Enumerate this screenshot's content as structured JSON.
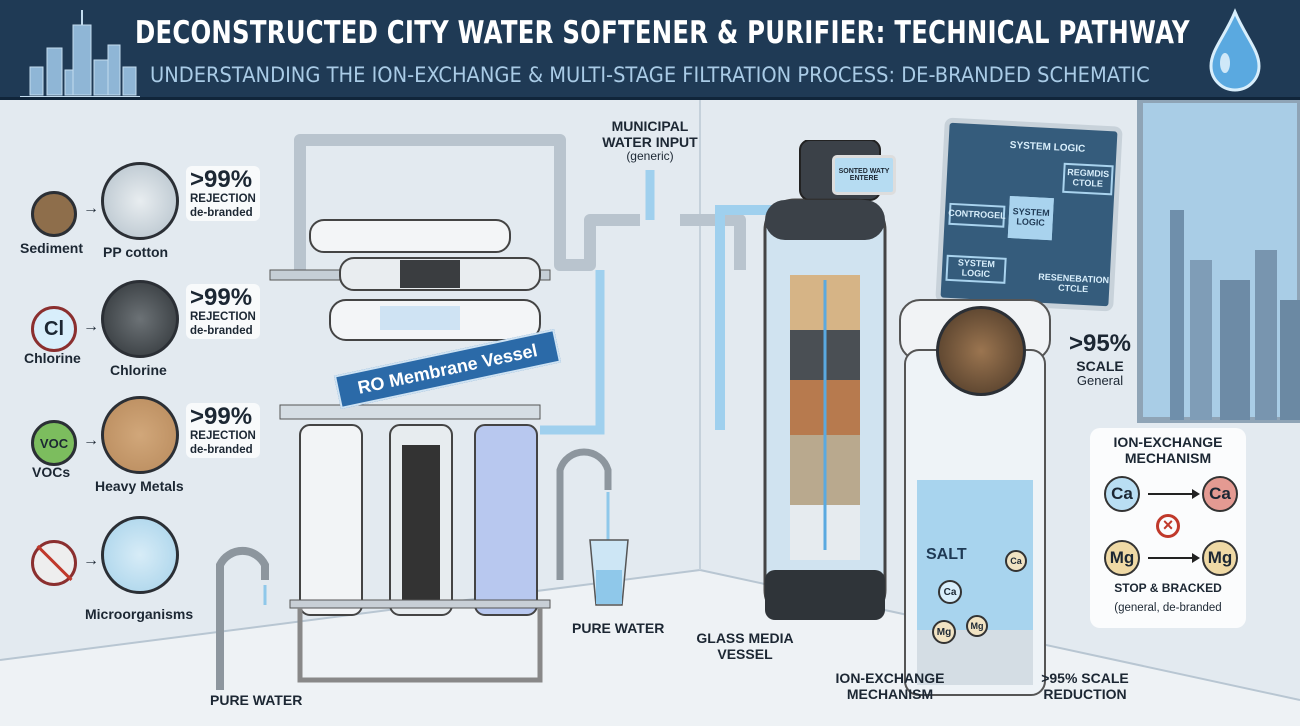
{
  "header": {
    "title": "DECONSTRUCTED CITY WATER SOFTENER & PURIFIER: TECHNICAL PATHWAY",
    "subtitle": "UNDERSTANDING THE ION-EXCHANGE & MULTI-STAGE FILTRATION PROCESS: DE-BRANDED SCHEMATIC",
    "left_icon": "city-skyline-icon",
    "right_icon": "water-drop-icon"
  },
  "colors": {
    "header_bg": "#1f3a55",
    "title": "#ffffff",
    "subtitle": "#a9cbe6",
    "water": "#8fc8ea",
    "ro_banner": "#2b6aa8"
  },
  "contaminants": [
    {
      "source": "Sediment",
      "media": "PP cotton",
      "source_icon": "",
      "percent": ">99%",
      "line1": "REJECTION",
      "line2": "de-branded"
    },
    {
      "source": "Chlorine",
      "media": "Chlorine",
      "source_icon": "Cl",
      "percent": ">99%",
      "line1": "REJECTION",
      "line2": "de-branded"
    },
    {
      "source": "VOCs",
      "media": "Heavy Metals",
      "source_icon": "VOC",
      "percent": ">99%",
      "line1": "REJECTION",
      "line2": "de-branded"
    },
    {
      "source": "",
      "media": "Microorganisms",
      "source_icon": ""
    }
  ],
  "ro_unit": {
    "banner": "RO Membrane Vessel"
  },
  "municipal": {
    "line1": "MUNICIPAL",
    "line2": "WATER INPUT",
    "line3": "(generic)"
  },
  "pure_water_1": "PURE WATER",
  "pure_water_2": "PURE WATER",
  "media_vessel": {
    "line1": "GLASS MEDIA",
    "line2": "VESSEL",
    "display": "SONTED WATY ENTERE"
  },
  "logic_panel": {
    "title": "SYSTEM LOGIC",
    "chip": "SYSTEM LOGIC",
    "control": "CONTROGEL",
    "bottom_left": "SYSTEM LOGIC",
    "top_right": "REGMDIS CTOLE",
    "bottom_right": "RESENEBATION CTCLE"
  },
  "brine_tank": {
    "salt": "SALT",
    "ions": [
      "Ca",
      "Ca",
      "Mg",
      "Mg"
    ]
  },
  "scale_callout": {
    "percent": ">95%",
    "line1": "SCALE",
    "line2": "General"
  },
  "ion_exchange": {
    "title1": "ION-EXCHANGE",
    "title2": "MECHANISM",
    "ca": "Ca",
    "mg": "Mg",
    "footer1": "STOP & BRACKED",
    "footer2": "(general, de-branded"
  },
  "bottom_labels": {
    "ion1": "ION-EXCHANGE",
    "ion2": "MECHANISM",
    "scale1": ">95% SCALE",
    "scale2": "REDUCTION"
  }
}
